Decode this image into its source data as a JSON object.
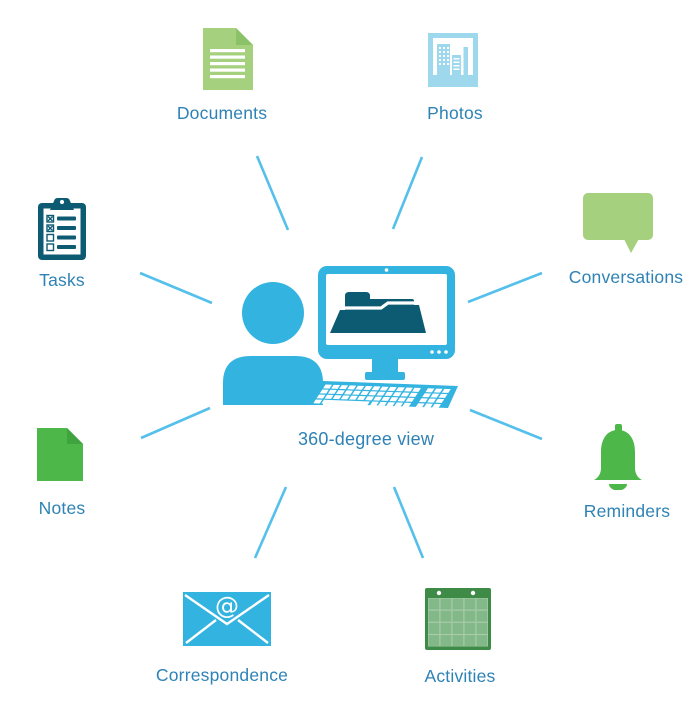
{
  "diagram": {
    "center": {
      "label": "360-degree view",
      "icon": "person-at-computer-icon"
    },
    "nodes": {
      "documents": {
        "label": "Documents",
        "icon": "document-icon"
      },
      "photos": {
        "label": "Photos",
        "icon": "photo-frame-icon"
      },
      "conversations": {
        "label": "Conversations",
        "icon": "speech-bubble-icon"
      },
      "reminders": {
        "label": "Reminders",
        "icon": "bell-icon"
      },
      "activities": {
        "label": "Activities",
        "icon": "calendar-icon"
      },
      "correspondence": {
        "label": "Correspondence",
        "icon": "email-envelope-icon",
        "glyph": "@"
      },
      "notes": {
        "label": "Notes",
        "icon": "note-icon"
      },
      "tasks": {
        "label": "Tasks",
        "icon": "clipboard-checklist-icon"
      }
    }
  },
  "colors": {
    "label-blue": "#2e82b5",
    "line-blue": "#54c0eb",
    "cyan": "#33b3e0",
    "light-blue": "#9ed8ec",
    "light-green": "#a5d07e",
    "light-green-dark": "#8bc167",
    "green": "#4db74a",
    "green-dark": "#3fa33e",
    "dark-green": "#3e8b48",
    "mid-green": "#83b888",
    "grid-green": "#a8cbaa",
    "dark-teal": "#0d5b72"
  }
}
